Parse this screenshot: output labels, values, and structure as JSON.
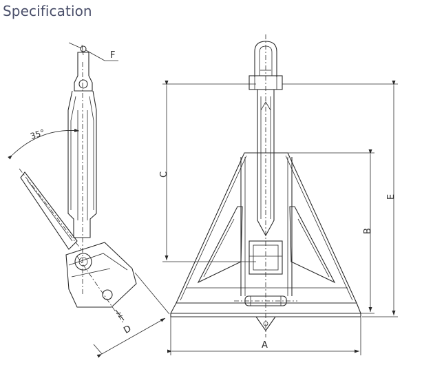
{
  "heading": "Specification",
  "labels": {
    "angle": "35°",
    "F": "F",
    "D": "D",
    "C": "C",
    "B": "B",
    "E": "E",
    "A": "A"
  }
}
